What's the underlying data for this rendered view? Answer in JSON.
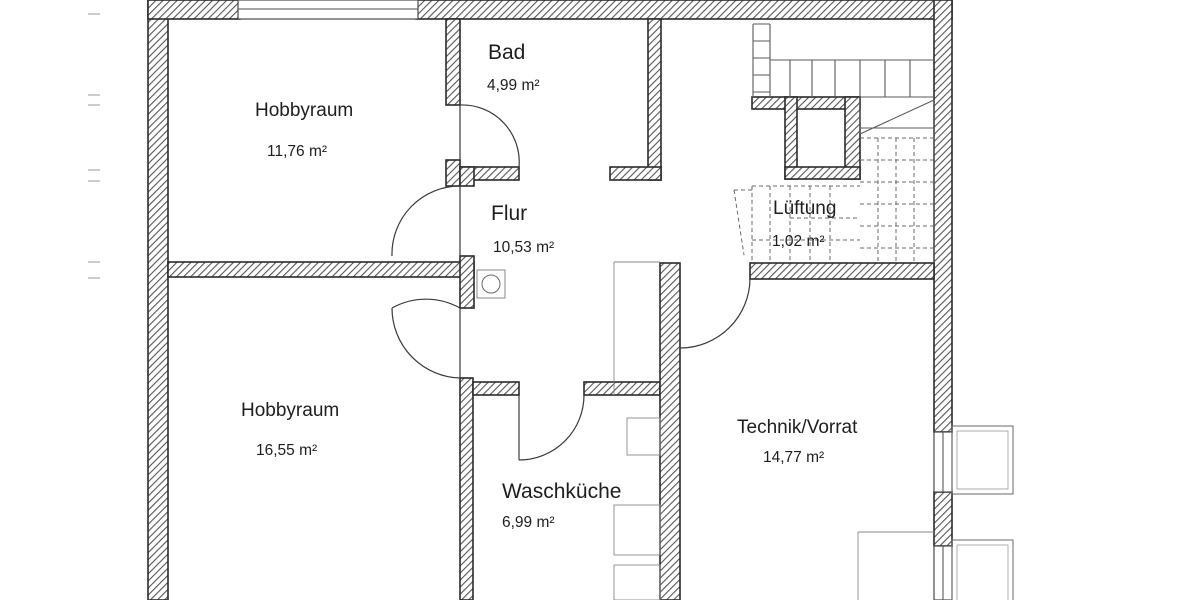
{
  "rooms": [
    {
      "id": "hobbyraum-1",
      "name": "Hobbyraum",
      "area": "11,76 m²"
    },
    {
      "id": "bad",
      "name": "Bad",
      "area": "4,99 m²"
    },
    {
      "id": "flur",
      "name": "Flur",
      "area": "10,53 m²"
    },
    {
      "id": "lueftung",
      "name": "Lüftung",
      "area": "1,02 m²"
    },
    {
      "id": "hobbyraum-2",
      "name": "Hobbyraum",
      "area": "16,55 m²"
    },
    {
      "id": "technik-vorrat",
      "name": "Technik/Vorrat",
      "area": "14,77 m²"
    },
    {
      "id": "waschkueche",
      "name": "Waschküche",
      "area": "6,99 m²"
    }
  ]
}
